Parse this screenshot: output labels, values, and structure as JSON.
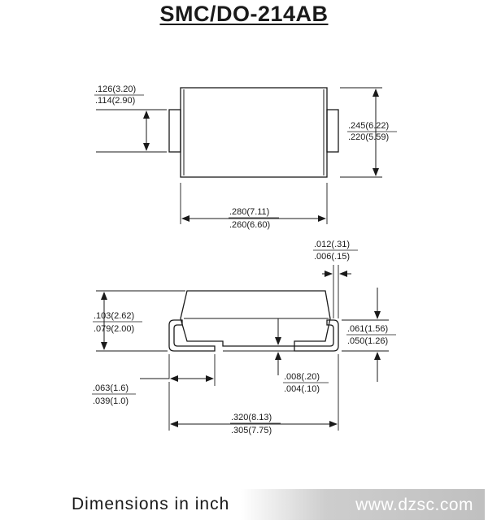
{
  "title": "SMC/DO-214AB",
  "top_view": {
    "body_height_max": ".126(3.20)",
    "body_height_min": ".114(2.90)",
    "overall_width_max": ".245(6.22)",
    "overall_width_min": ".220(5.59)",
    "body_length_max": ".280(7.11)",
    "body_length_min": ".260(6.60)"
  },
  "side_view": {
    "lead_thickness_max": ".012(.31)",
    "lead_thickness_min": ".006(.15)",
    "package_height_max": ".103(2.62)",
    "package_height_min": ".079(2.00)",
    "lead_height_max": ".061(1.56)",
    "lead_height_min": ".050(1.26)",
    "lead_length_max": ".063(1.6)",
    "lead_length_min": ".039(1.0)",
    "standoff_max": ".008(.20)",
    "standoff_min": ".004(.10)",
    "overall_length_max": ".320(8.13)",
    "overall_length_min": ".305(7.75)"
  },
  "footer": {
    "caption": "Dimensions in inch",
    "watermark": "www.dzsc.com"
  }
}
